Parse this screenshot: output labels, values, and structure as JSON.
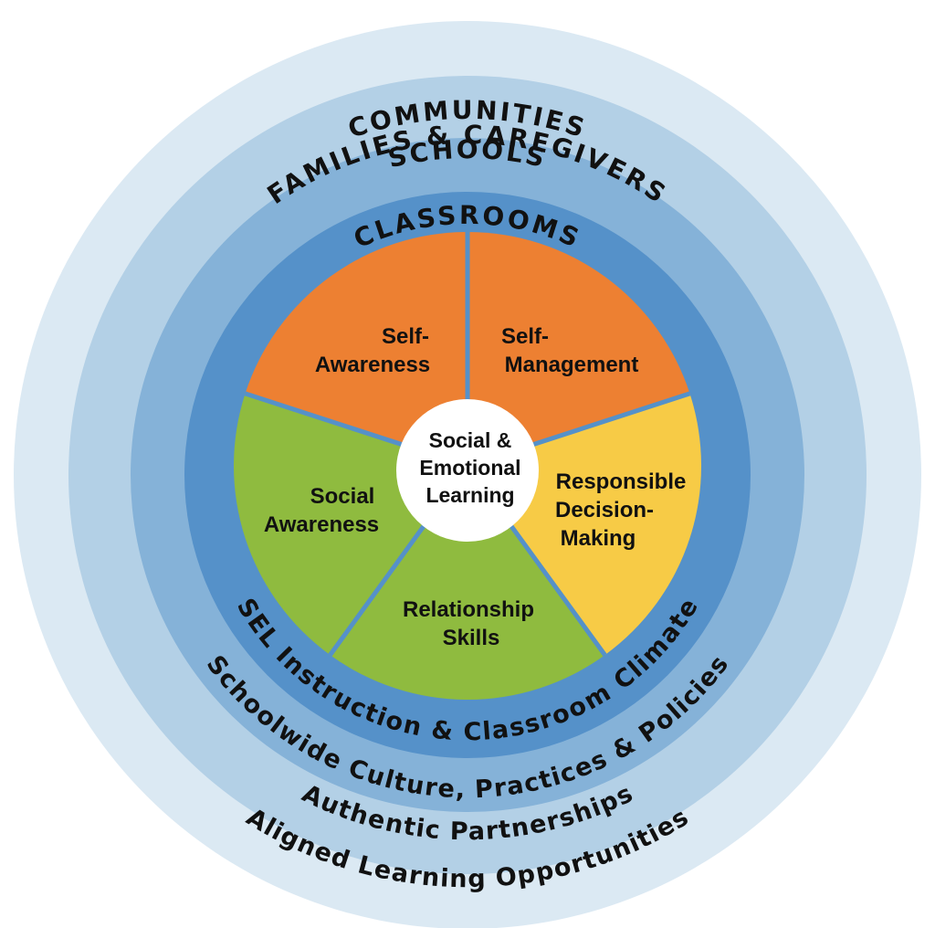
{
  "rings": {
    "communities": "COMMUNITIES",
    "families": "FAMILIES & CAREGIVERS",
    "schools": "SCHOOLS",
    "classrooms": "CLASSROOMS",
    "sel_instruction": "SEL Instruction & Classroom Climate",
    "schoolwide": "Schoolwide Culture, Practices & Policies",
    "partnerships": "Authentic Partnerships",
    "aligned": "Aligned Learning Opportunities"
  },
  "center": {
    "line1": "Social &",
    "line2": "Emotional",
    "line3": "Learning"
  },
  "competencies": {
    "self_awareness": [
      "Self-",
      "Awareness"
    ],
    "self_management": [
      "Self-",
      "Management"
    ],
    "decision_making": [
      "Responsible",
      "Decision-",
      "Making"
    ],
    "relationship": [
      "Relationship",
      "Skills"
    ],
    "social_awareness": [
      "Social",
      "Awareness"
    ]
  },
  "colors": {
    "ring_communities": "#dbe9f3",
    "ring_families": "#b3d0e6",
    "ring_schools": "#85b2d8",
    "ring_classrooms": "#5591c9",
    "orange": "#ed8032",
    "yellow": "#f7cb46",
    "green": "#8fbb3f",
    "divider": "#5591c9",
    "center": "#ffffff"
  }
}
